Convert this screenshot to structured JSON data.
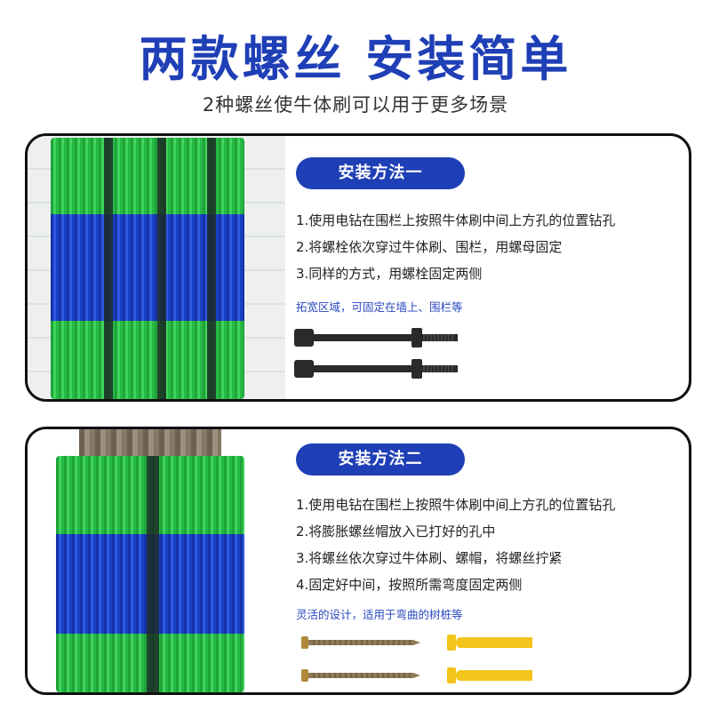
{
  "header": {
    "title": "两款螺丝 安装简单",
    "subtitle": "2种螺丝使牛体刷可以用于更多场景"
  },
  "method1": {
    "label": "安装方法一",
    "steps": [
      "1.使用电钻在围栏上按照牛体刷中间上方孔的位置钻孔",
      "2.将螺栓依次穿过牛体刷、围栏，用螺母固定",
      "3.同样的方式，用螺栓固定两侧"
    ],
    "note": "拓宽区域，可固定在墙上、围栏等",
    "hardware_icon": "bolt-with-nut-icon"
  },
  "method2": {
    "label": "安装方法二",
    "steps": [
      "1.使用电钻在围栏上按照牛体刷中间上方孔的位置钻孔",
      "2.将膨胀螺丝帽放入已打好的孔中",
      "3.将螺丝依次穿过牛体刷、螺帽，将螺丝拧紧",
      "4.固定好中间，按照所需弯度固定两侧"
    ],
    "note": "灵活的设计，适用于弯曲的树桩等",
    "hardware_icon": "screw-with-anchor-icon"
  },
  "colors": {
    "accent": "#1f3fb6",
    "brush_green": "#2fc24a",
    "brush_blue": "#1f44cc",
    "anchor_yellow": "#f2c51c"
  }
}
